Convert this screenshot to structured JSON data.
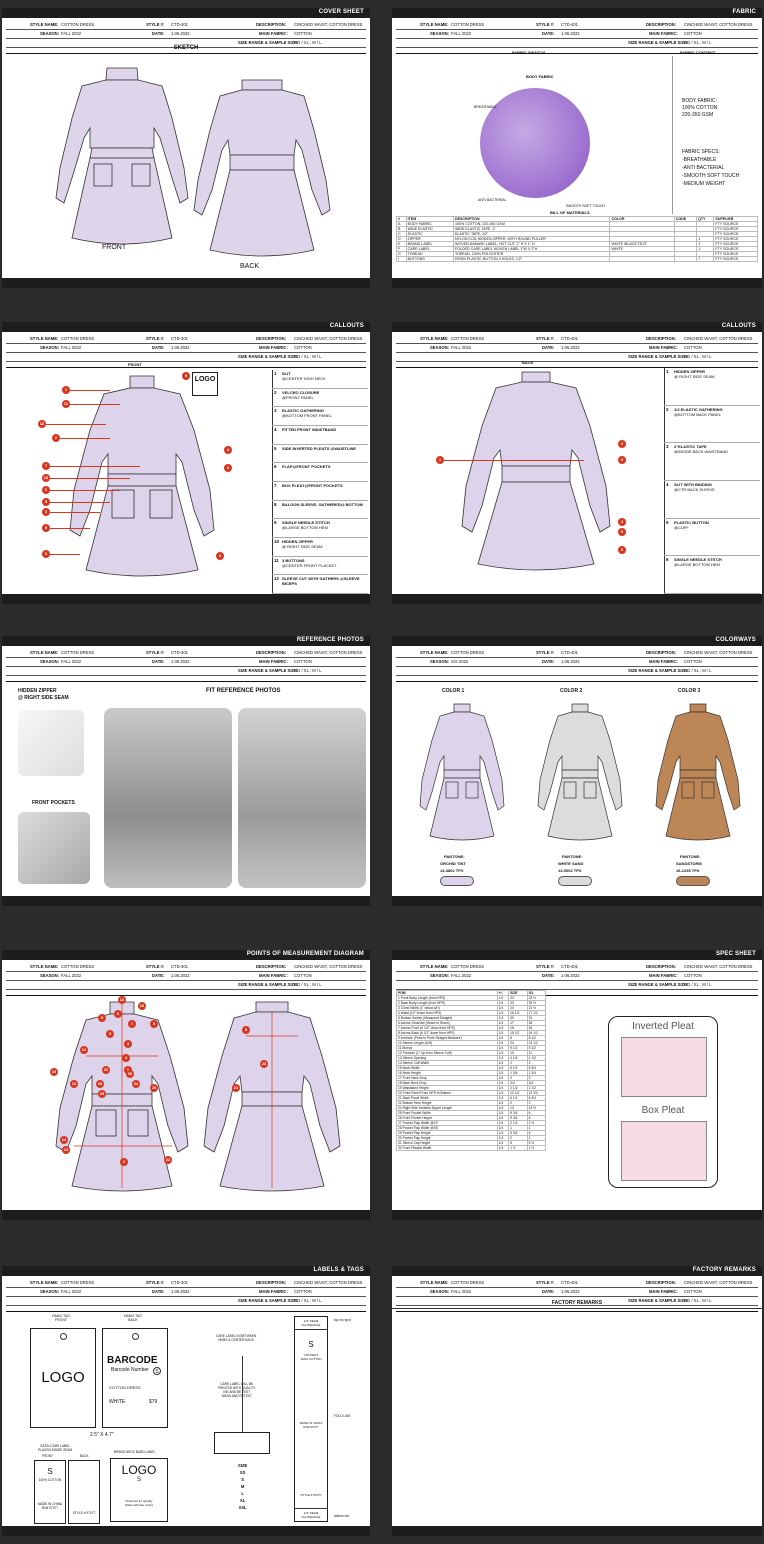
{
  "header_fields": {
    "style_name_label": "STYLE NAME:",
    "style_name": "COTTON DRESS",
    "season_label": "SEASON:",
    "season": "FALL 2022",
    "style_no_label": "STYLE #:",
    "style_no": "CTD-401",
    "date_label": "DATE:",
    "date": "1.06.2022",
    "description_label": "DESCRIPTION:",
    "description": "CINCHED WAIST, COTTON DRESS",
    "main_fabric_label": "MAIN FABRIC:",
    "main_fabric": "COTTON",
    "size_label": "SIZE RANGE & SAMPLE SIZE:",
    "size": "OD / XL ; M / L"
  },
  "colorways_season": "S/S 2022",
  "pages": {
    "cover": {
      "title": "COVER SHEET",
      "section": "SKETCH",
      "front": "FRONT",
      "back": "BACK"
    },
    "fabric": {
      "title": "FABRIC",
      "swatch_head": "FABRIC SWATCH",
      "content_head": "FABRIC CONTENT",
      "body_fabric": "BODY FABRIC",
      "breathable": "BREATHABLE",
      "anti": "ANTI BACTERIAL",
      "smooth": "SMOOTH SOFT TOUCH",
      "content_text": [
        "BODY FABRIC:",
        "100% COTTON",
        "220-350 GSM"
      ],
      "specs_text": [
        "FABRIC SPECS:",
        "-BREATHABLE",
        "-ANTI BACTERIAL",
        "-SMOOTH SOFT TOUCH",
        "-MEDIUM WEIGHT"
      ],
      "bom_title": "BILL OF MATERIALS",
      "bom_headers": [
        "#",
        "ITEM",
        "DESCRIPTION",
        "COLOR",
        "CODE",
        "QTY",
        "SUPPLIER"
      ],
      "bom_rows": [
        [
          "A",
          "BODY FABRIC",
          "100% COTTON, 220-350 GSM",
          "",
          "",
          "",
          "FTY SOURCE"
        ],
        [
          "B",
          "WIDE ELASTIC",
          "WIDE ELASTIC TAPE, 1\"",
          "",
          "",
          "",
          "FTY SOURCE"
        ],
        [
          "C",
          "ELASTIC",
          "ELASTIC TAPE, 1/2\"",
          "",
          "",
          "",
          "FTY SOURCE"
        ],
        [
          "D",
          "ZIPPER",
          "NYLON COIL HIDDEN ZIPPER, WITH ROUND PULLER",
          "",
          "",
          "1",
          "FTY SOURCE"
        ],
        [
          "E",
          "BRAND LABEL",
          "WOVEN DAMASK LABEL, HOT CUT, 2\" H X 1\" H",
          "WHITE /BLACK TEXT",
          "",
          "1",
          "FTY SOURCE"
        ],
        [
          "F",
          "CARE LABEL",
          "FOLDED CARE LABEL WOVEN LABEL 1\"W X 2\"H",
          "WHITE",
          "",
          "1",
          "FTY SOURCE"
        ],
        [
          "G",
          "THREAD",
          "THREAD, 100% POLYESTER",
          "",
          "",
          "",
          "FTY SOURCE"
        ],
        [
          "I",
          "BUTTONS",
          "RESIN PLASTIC BUTTON 4 HOLES, 1/2\"",
          "",
          "",
          "7",
          "FTY SOURCE"
        ]
      ]
    },
    "callouts_front": {
      "title": "CALLOUTS",
      "section": "FRONT",
      "logo": "LOGO",
      "items": [
        [
          "1",
          "SLIT",
          "@CENTER HIGH NECK"
        ],
        [
          "2",
          "VELCRO CLOSURE",
          "@FRONT PANEL"
        ],
        [
          "3",
          "ELASTIC GATHERING",
          "@BOTTOM FRONT PANEL"
        ],
        [
          "4",
          "FITTED FRONT WAISTBAND",
          ""
        ],
        [
          "5",
          "SIDE INVERTED PLEATS @WAISTLINE",
          ""
        ],
        [
          "6",
          "FLAP@FRONT POCKETS",
          ""
        ],
        [
          "7",
          "BOX PLEAT@FRONT POCKETS",
          ""
        ],
        [
          "8",
          "BALOON SLEEVE, GATHERED@ BOTTOM",
          ""
        ],
        [
          "9",
          "SINGLE NEEDLE STITCH",
          "@LARGE BOTTOM HEM"
        ],
        [
          "10",
          "HIDDEN ZIPPER",
          "@ RIGHT SIDE SEAM"
        ],
        [
          "11",
          "3 BUTTONS",
          "@CENTER FRONT PLACKET"
        ],
        [
          "12",
          "SLEEVE CUT WITH GATHERS @SLEEVE BICEPS",
          ""
        ]
      ],
      "markers": [
        "1",
        "11",
        "12",
        "2",
        "7",
        "10",
        "6",
        "5",
        "3",
        "8",
        "9",
        "4",
        "2",
        "4",
        "6"
      ]
    },
    "callouts_back": {
      "title": "CALLOUTS",
      "section": "BACK",
      "items": [
        [
          "1",
          "HIDDEN ZIPPER",
          "@ RIGHT SIDE SEAM"
        ],
        [
          "2",
          "1/2 ELASTIC GATHERING",
          "@BOTTOM BACK PANEL"
        ],
        [
          "3",
          "2\"ELASTIC TAPE",
          "@INSIDE BACK WAISTBAND"
        ],
        [
          "4",
          "SLIT WITH BINDING",
          "@CTR BACK SLEEVE"
        ],
        [
          "5",
          "PLASTIC BUTTON",
          "@CUFF"
        ],
        [
          "6",
          "SINGLE NEEDLE STITCH",
          "@LARGE BOTTOM HEM"
        ]
      ],
      "markers": [
        "1",
        "2",
        "3",
        "4",
        "5",
        "6"
      ]
    },
    "reference": {
      "title": "REFERENCE PHOTOS",
      "hidden_zipper": [
        "HIDDEN ZIPPER",
        "@ RIGHT SIDE SEAM"
      ],
      "fit_title": "FIT REFERENCE PHOTOS",
      "front_pockets": "FRONT POCKETS"
    },
    "colorways": {
      "title": "COLORWAYS",
      "colors": [
        {
          "label": "COLOR 1",
          "pantone": "PANTONE:",
          "name": "ORCHID TINT",
          "code": "13-3802 TPX",
          "hex": "#ddd3ea"
        },
        {
          "label": "COLOR 2",
          "pantone": "PANTONE:",
          "name": "WHITE SAND",
          "code": "13-0002 TPX",
          "hex": "#dcdcdc"
        },
        {
          "label": "COLOR 3",
          "pantone": "PANTONE:",
          "name": "SANDSTORM",
          "code": "16-1235 TPX",
          "hex": "#bd8656"
        }
      ]
    },
    "pom": {
      "title": "POINTS OF MEASUREMENT DIAGRAM",
      "markers": [
        "13",
        "16",
        "6",
        "5",
        "7",
        "11",
        "9",
        "3",
        "8",
        "10",
        "12",
        "4",
        "1",
        "32",
        "30",
        "29",
        "24",
        "25",
        "26",
        "14",
        "13",
        "2",
        "22",
        "8",
        "23",
        "21"
      ]
    },
    "spec": {
      "title": "SPEC SHEET",
      "headers": [
        "POM",
        "+/-",
        "SIZE",
        "S/L"
      ],
      "rows": [
        [
          "1 Front Body Length (from HPS)",
          "1/4",
          "33",
          "33 ½"
        ],
        [
          "2 Back Body Length (from HPS)",
          "1/4",
          "33",
          "33 ½"
        ],
        [
          "3 Chest Width (1\" below AH)",
          "1/4",
          "20",
          "21 ½"
        ],
        [
          "4 Waist (10\" Down from HPS)",
          "1/4",
          "16 1/2",
          "17 1/2"
        ],
        [
          "5 Bottom Sweep (Measured Straight)",
          "1/4",
          "30",
          "31"
        ],
        [
          "6 Across Shoulder (Seam to Seam)",
          "1/4",
          "17",
          "18"
        ],
        [
          "7 Across Front (6 1/2\" down from HPS)",
          "1/4",
          "15",
          "16"
        ],
        [
          "8 Across Back (6 1/2\" down from HPS)",
          "1/4",
          "15 1/2",
          "16 1/2"
        ],
        [
          "9 Armhole (Point to Point Straight Measure)",
          "1/4",
          "8",
          "8 1/2"
        ],
        [
          "10 Sleeve Length (A/H)",
          "1/4",
          "24",
          "24 1/2"
        ],
        [
          "11 Biceps",
          "1/4",
          "9 1/2",
          "9 1/2"
        ],
        [
          "12 Forearm (1\" Up from Sleeve Cuff)",
          "1/4",
          "10",
          "11"
        ],
        [
          "13 Sleeve Opening",
          "1/4",
          "4 1/4",
          "4 1/2"
        ],
        [
          "14 Sleeve Cuff Width",
          "1/4",
          "2",
          "2"
        ],
        [
          "15 Neck Width",
          "1/4",
          "6 1/2",
          "6 3/4"
        ],
        [
          "16 Neck Height",
          "1/4",
          "1 3/4",
          "1 3/4"
        ],
        [
          "17 Front Neck Drop",
          "1/4",
          "3",
          "3"
        ],
        [
          "18 Back Neck Drop",
          "1/4",
          "3/4",
          "3/4"
        ],
        [
          "19 Waistband Height",
          "1/4",
          "2 1/2",
          "2 1/2"
        ],
        [
          "20 Front Panel From HPS to Bottom",
          "1/4",
          "12 1/2",
          "12 3/4"
        ],
        [
          "21 Back Panel Width",
          "1/4",
          "6 1/2",
          "6 3/4"
        ],
        [
          "22 Bottom Hem Height",
          "1/4",
          "2",
          "2"
        ],
        [
          "24 Right Side Invisible Zipper Length",
          "1/4",
          "13",
          "13 ½"
        ],
        [
          "25 Front Pocket Width",
          "1/4",
          "5 3/4",
          "6"
        ],
        [
          "26 Front Pocket Height",
          "1/4",
          "5 3/4",
          "6"
        ],
        [
          "27 Pocket Flap Width @CF",
          "1/4",
          "2 1/2",
          "2 ½"
        ],
        [
          "28 Pocket Flap Width @SS",
          "1/4",
          "1",
          "1"
        ],
        [
          "29 Pocket Flap Height",
          "1/4",
          "5 3/4",
          "6"
        ],
        [
          "30 Pocket Flap Height",
          "1/4",
          "2",
          "2"
        ],
        [
          "31 Sleeve Cap Height",
          "1/4",
          "5",
          "5 ½"
        ],
        [
          "32 Front Placket Width",
          "1/4",
          "1 ½",
          "1 ½"
        ]
      ],
      "inverted": "Inverted Pleat",
      "box": "Box Pleat"
    },
    "labels": {
      "title": "LABELS & TAGS",
      "hang_front": [
        "HANG TAG",
        "FRONT"
      ],
      "hang_back": [
        "HANG TAG",
        "BACK"
      ],
      "logo": "LOGO",
      "barcode": "BARCODE",
      "barcode_num": "Barcode Number",
      "tag_name": "COTTON DRESS",
      "tag_color": "WHITE",
      "tag_price": "$79",
      "tag_size_circle": "S",
      "tag_dims": "2.5\" X 4.7\"",
      "care_label_title": [
        "SATIN CARE LABEL",
        "PLACED INSIDE SEAM"
      ],
      "care_front": "FRONT",
      "care_back": "BACK",
      "care_s": "S",
      "care_content": [
        "100% COTTON"
      ],
      "made_in": [
        "MADE IN CHINA",
        "RN# 97077"
      ],
      "style_num": "STYLE # 97077",
      "brand_title": "BRAND NECK BAND LABEL",
      "brand_s": "S",
      "brand_text": [
        "Preferred for Quality",
        "Wash with like colors"
      ],
      "care_placement": [
        "CARE LABEL IN BETWEEN",
        "HEMS & CENTER BACK"
      ],
      "care_note": [
        "CARE LABEL WILL BE",
        "PRINTED WITH QUALITY",
        "INK AND BE TEST",
        "WASH AND RETEST"
      ],
      "sizes_label": "SIZE",
      "sizes": [
        "XS",
        "S",
        "M",
        "L",
        "XL",
        "XXL"
      ],
      "strip_top": "1/4\" SEAM ALLOWANCE",
      "strip_s": "S",
      "strip_content": [
        "CONTENT",
        "100% COTTON"
      ],
      "strip_made": [
        "MADE IN CHINA",
        "RN# 97077"
      ],
      "strip_style": "STYLE # 97077",
      "strip_bottom": "1/4\" SEAM ALLOWANCE",
      "note_top": "top mo spot",
      "note_mid": "FOLD LINE",
      "note_bot": "bottom bot"
    },
    "factory": {
      "title": "FACTORY REMARKS",
      "section": "FACTORY REMARKS"
    }
  }
}
